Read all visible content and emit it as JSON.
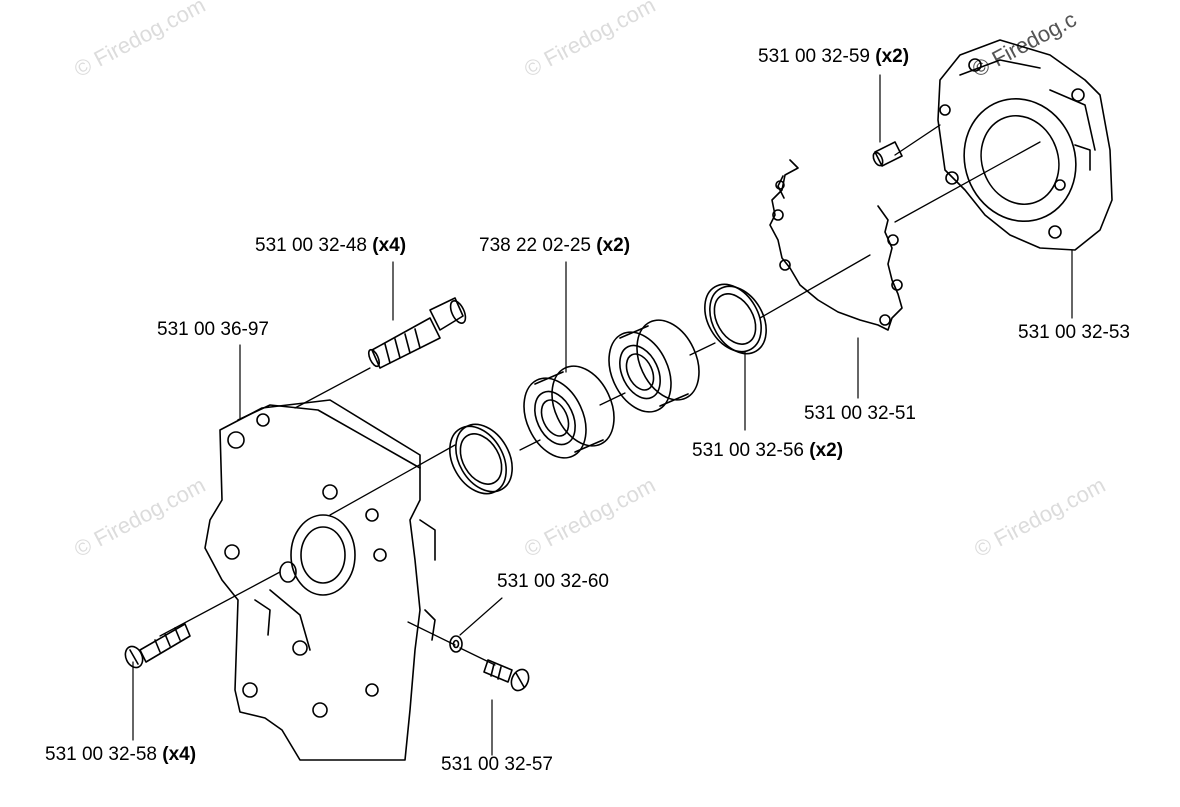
{
  "watermark_text": "© Firedog.com",
  "corner_watermark_text": "© Firedog.c",
  "labels": {
    "p5310032_59": {
      "part": "531 00 32-59",
      "qty": "(x2)"
    },
    "p5310032_48": {
      "part": "531 00 32-48",
      "qty": "(x4)"
    },
    "p7382202_25": {
      "part": "738 22 02-25",
      "qty": "(x2)"
    },
    "p5310036_97": {
      "part": "531 00 36-97",
      "qty": ""
    },
    "p5310032_53": {
      "part": "531 00 32-53",
      "qty": ""
    },
    "p5310032_51": {
      "part": "531 00 32-51",
      "qty": ""
    },
    "p5310032_56": {
      "part": "531 00 32-56",
      "qty": "(x2)"
    },
    "p5310032_60": {
      "part": "531 00 32-60",
      "qty": ""
    },
    "p5310032_58": {
      "part": "531 00 32-58",
      "qty": "(x4)"
    },
    "p5310032_57": {
      "part": "531 00 32-57",
      "qty": ""
    }
  },
  "colors": {
    "line": "#000000",
    "watermark": "#dcdcdc",
    "background": "#ffffff"
  }
}
